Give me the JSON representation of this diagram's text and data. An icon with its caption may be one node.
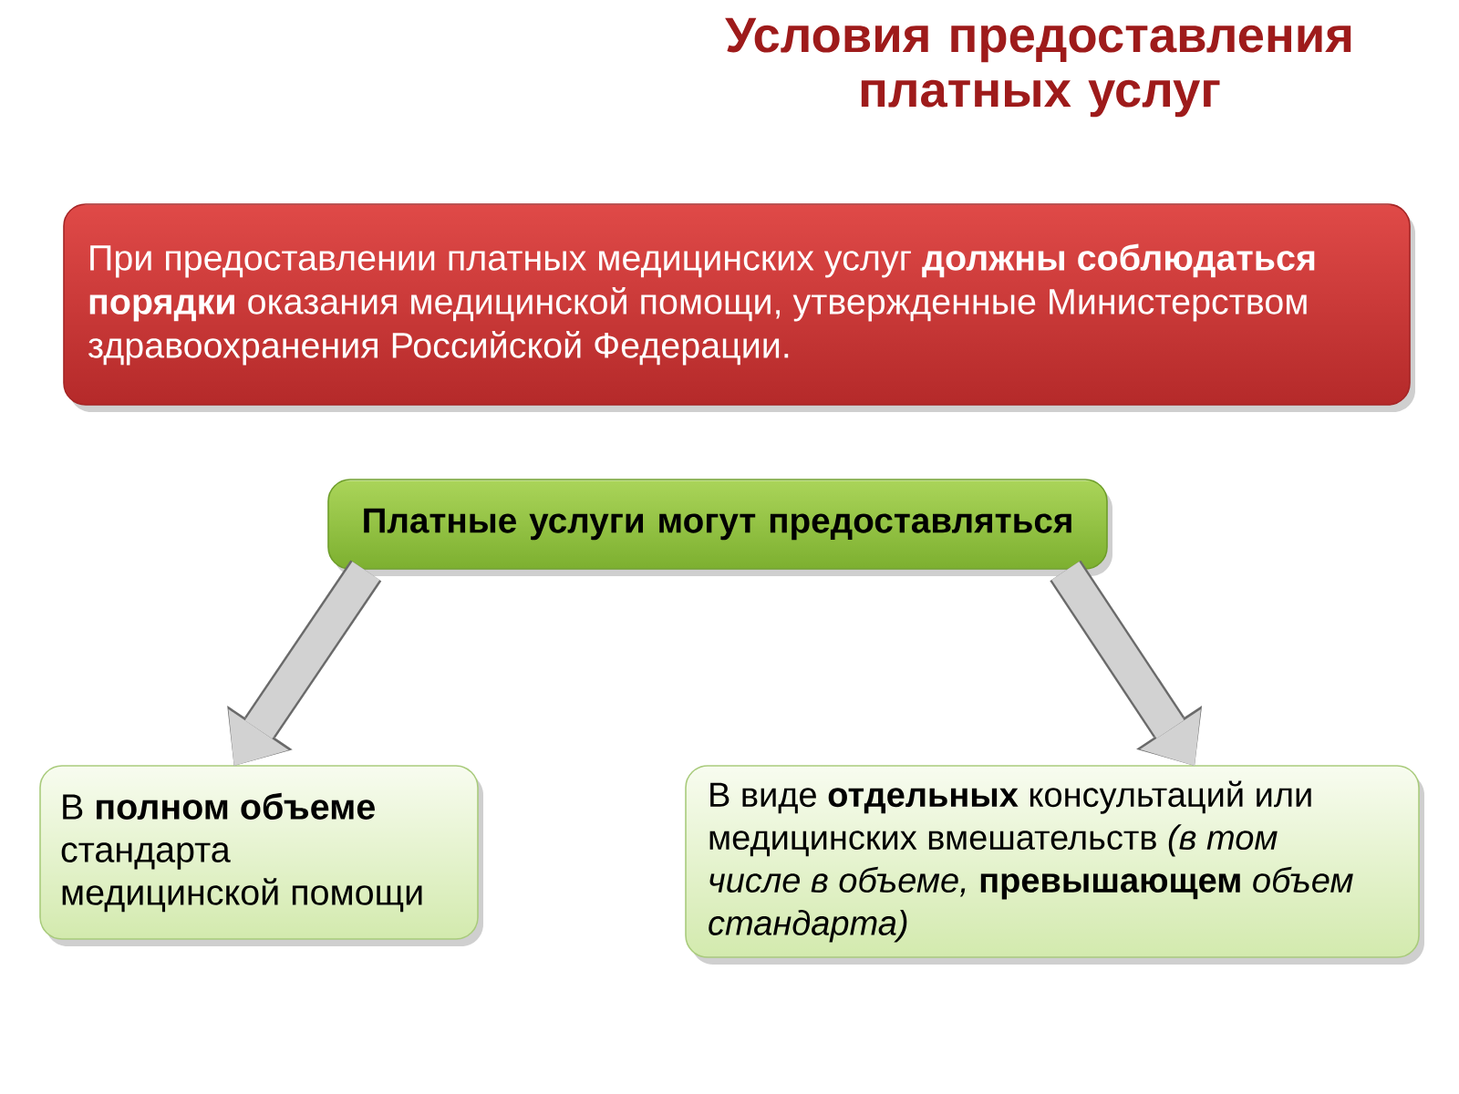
{
  "diagram": {
    "title": "Условия предоставления платных услуг",
    "nodes": [
      {
        "text": [
          "При предоставлении платных медицинских услуг **должны соблюдаться порядки** оказания медицинской помощи, утвержденные Министерством здравоохранения Российской Федерации."
        ]
      },
      {
        "text": [
          "Платные услуги могут предоставляться"
        ]
      },
      {
        "text": [
          "В **полном объеме** стандарта медицинской помощи"
        ]
      },
      {
        "text": [
          "В виде **отдельных** консультаций или медицинских вмешательств *(в том числе в объеме,* **превышающем** *объем стандарта)*"
        ]
      }
    ],
    "edges": [
      {
        "from": 1,
        "to": 2,
        "arrow": "to"
      },
      {
        "from": 1,
        "to": 3,
        "arrow": "to"
      }
    ]
  }
}
